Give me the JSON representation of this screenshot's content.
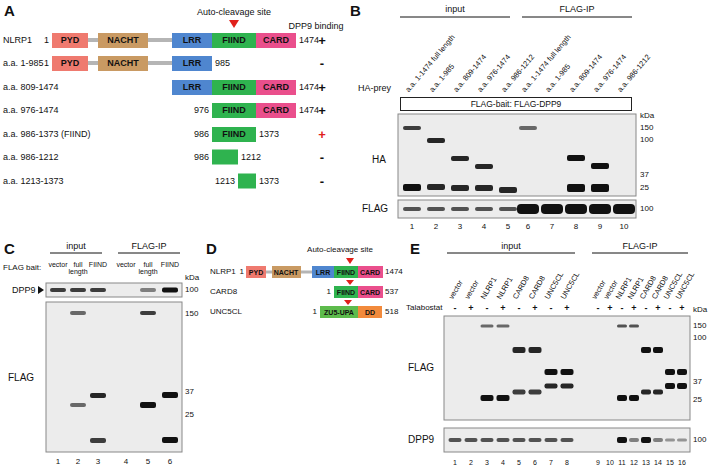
{
  "diagram": {
    "nodes": [
      {
        "text": [
          "PYD"
        ]
      },
      {
        "text": [
          "NACHT"
        ]
      },
      {
        "text": [
          "LRR"
        ]
      },
      {
        "text": [
          "FIIND"
        ]
      },
      {
        "text": [
          "CARD"
        ]
      },
      {
        "text": [
          "PYD"
        ]
      },
      {
        "text": [
          "NACHT"
        ]
      },
      {
        "text": [
          "LRR"
        ]
      },
      {
        "text": [
          "LRR"
        ]
      },
      {
        "text": [
          "FIIND"
        ]
      },
      {
        "text": [
          "CARD"
        ]
      },
      {
        "text": [
          "FIIND"
        ]
      },
      {
        "text": [
          "CARD"
        ]
      },
      {
        "text": [
          "FIIND"
        ]
      },
      {
        "text": [
          "FLAG-bait: FLAG-DPP9"
        ]
      },
      {
        "text": [
          "PYD"
        ]
      },
      {
        "text": [
          "NACHT"
        ]
      },
      {
        "text": [
          "LRR"
        ]
      },
      {
        "text": [
          "FIIND"
        ]
      },
      {
        "text": [
          "CARD"
        ]
      },
      {
        "text": [
          "FIIND"
        ]
      },
      {
        "text": [
          "CARD"
        ]
      },
      {
        "text": [
          "ZU5-UPA"
        ]
      },
      {
        "text": [
          "DD"
        ]
      }
    ],
    "labels": [
      "A",
      "Auto-cleavage site",
      "DPP9 binding",
      "NLRP1",
      "1",
      "1474",
      "+",
      "a.a. 1-985",
      "1",
      "985",
      "-",
      "a.a. 809-1474",
      "1474",
      "+",
      "a.a. 976-1474",
      "976",
      "1474",
      "+",
      "a.a. 986-1373 (FIIND)",
      "986",
      "1373",
      "+",
      "a.a. 986-1212",
      "986",
      "1212",
      "-",
      "a.a. 1213-1373",
      "1213",
      "1373",
      "-",
      "B",
      "input",
      "FLAG-IP",
      "HA-prey",
      "a.a. 1-1474 full length",
      "a.a. 1-985",
      "a.a. 809-1474",
      "a.a. 976-1474",
      "a.a. 986-1212",
      "a.a. 1-1474 full length",
      "a.a. 1-985",
      "a.a. 809-1474",
      "a.a. 976-1474",
      "a.a. 986-1212",
      "HA",
      "FLAG",
      "kDa",
      "150",
      "100",
      "37",
      "25",
      "100",
      "1",
      "2",
      "3",
      "4",
      "5",
      "6",
      "7",
      "8",
      "9",
      "10",
      "C",
      "input",
      "FLAG-IP",
      "FLAG bait:",
      "vector",
      "full length",
      "FIIND",
      "vector",
      "full length",
      "FIIND",
      "kDa",
      "DPP9",
      "100",
      "150",
      "FLAG",
      "37",
      "25",
      "1",
      "2",
      "3",
      "4",
      "5",
      "6",
      "D",
      "Auto-cleavage site",
      "NLRP1",
      "1",
      "1474",
      "CARD8",
      "1",
      "537",
      "UNC5CL",
      "1",
      "518",
      "E",
      "input",
      "FLAG-IP",
      "vector",
      "vector",
      "NLRP1",
      "NLRP1",
      "CARD8",
      "CARD8",
      "UNC5CL",
      "UNC5CL",
      "vector",
      "vector",
      "NLRP1",
      "NLRP1",
      "CARD8",
      "CARD8",
      "UNC5CL",
      "UNC5CL",
      "Talabostat",
      "-",
      "+",
      "-",
      "+",
      "-",
      "+",
      "-",
      "+",
      "-",
      "+",
      "-",
      "+",
      "-",
      "+",
      "-",
      "+",
      "kDa",
      "150",
      "100",
      "37",
      "25",
      "FLAG",
      "DPP9",
      "100",
      "1",
      "2",
      "3",
      "4",
      "5",
      "6",
      "7",
      "8",
      "9",
      "10",
      "11",
      "12",
      "13",
      "14",
      "15",
      "16"
    ]
  }
}
